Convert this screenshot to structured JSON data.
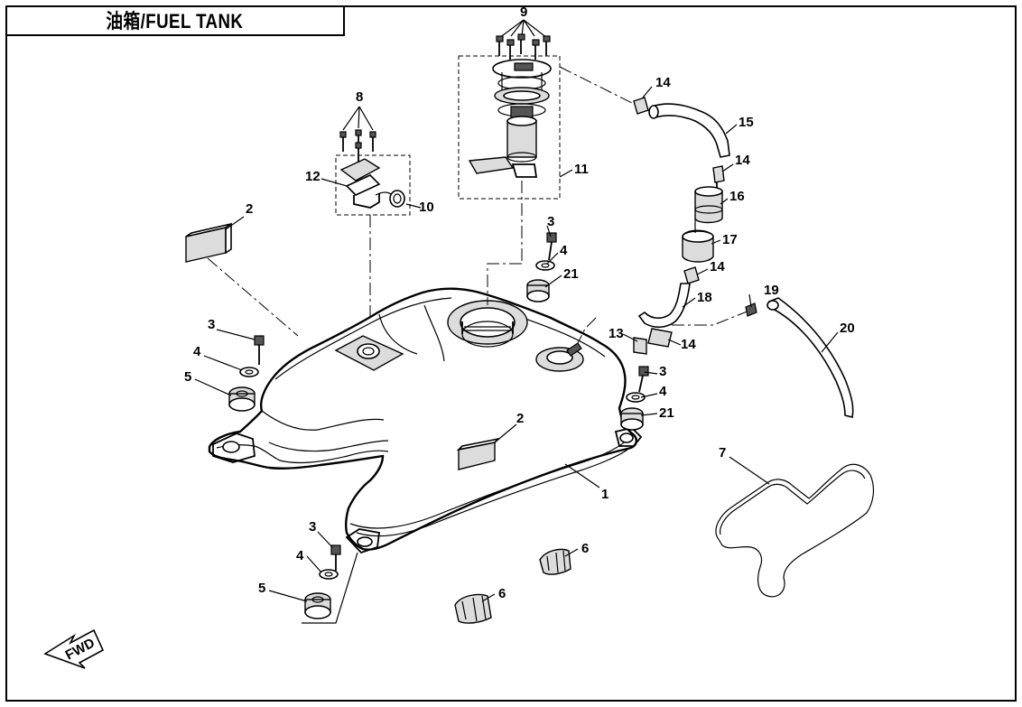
{
  "title": "油箱/FUEL TANK",
  "callouts": {
    "c1": "1",
    "c2a": "2",
    "c2b": "2",
    "c3a": "3",
    "c3b": "3",
    "c3c": "3",
    "c3d": "3",
    "c4a": "4",
    "c4b": "4",
    "c4c": "4",
    "c4d": "4",
    "c5a": "5",
    "c5b": "5",
    "c6a": "6",
    "c6b": "6",
    "c7": "7",
    "c8": "8",
    "c9": "9",
    "c10": "10",
    "c11": "11",
    "c12": "12",
    "c13": "13",
    "c14a": "14",
    "c14b": "14",
    "c14c": "14",
    "c14d": "14",
    "c15": "15",
    "c16": "16",
    "c17": "17",
    "c18": "18",
    "c19": "19",
    "c20": "20",
    "c21a": "21",
    "c21b": "21"
  },
  "fwd_badge": "FWD"
}
